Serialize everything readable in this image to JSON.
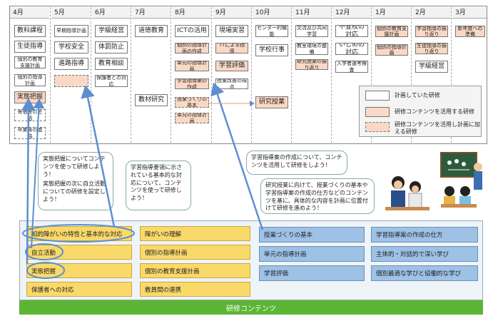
{
  "months": [
    "4月",
    "5月",
    "6月",
    "7月",
    "8月",
    "9月",
    "10月",
    "11月",
    "12月",
    "1月",
    "2月",
    "3月"
  ],
  "items": {
    "apr": [
      "教科課程",
      "生徒指導",
      "個別の教育支援計画",
      "個別の指導計画",
      "実態把握",
      "寄宿舎の生活",
      "卒業後の進路"
    ],
    "may": [
      "早期指導計画",
      "学校安全",
      "進路指導",
      ""
    ],
    "jun": [
      "学級経営",
      "体罰防止",
      "教育相談",
      "保護者との対応"
    ],
    "jul": [
      "道徳教育",
      "教材研究"
    ],
    "aug": [
      "ICTの活用",
      "個別の指導計画の作成",
      "単元の指導計画",
      "学習指導案の作成",
      "授業づくりの基本",
      "単元の指導計画"
    ],
    "sep": [
      "現場実習",
      "TTによる指導",
      "学習評価",
      "授業改善の視点"
    ],
    "oct": [
      "センター的機能",
      "学校行事",
      "研究授業"
    ],
    "nov": [
      "交流及び共同学習",
      "教室環境の整備",
      "研究授業の振り返り"
    ],
    "dec": [
      "不登校の対応",
      "いじめの対応",
      "入学者選考検査"
    ],
    "jan": [
      "個別の教育支援計画",
      "個別の指導計画"
    ],
    "feb": [
      "学習指導の振り返り",
      "生徒指導の振り返り",
      "学級経営"
    ],
    "mar": [
      "新年度への準備"
    ]
  },
  "legend": [
    "計画していた研修",
    "研修コンテンツを活用する研修",
    "研修コンテンツを活用し計画に加える研修"
  ],
  "bubbles": {
    "b1": "実態把握についてコンテンツを使って研修しよう！",
    "b1b": "実態把握の次に自立活動についての研修を設定しよう！",
    "b2": "学習指導要領に示されている基本的な対応について、コンテンツを使って研修しよう！",
    "b3": "学習指導案の作成について、コンテンツを活用して研修をしよう！",
    "b4": "研究授業に向けて、授業づくりの基本や学習指導案の作成の仕方などのコンテンツを基に、具体的な内容を計画に位置付けて研修を進めよう！"
  },
  "content": {
    "left": [
      "知的障がいの特性と基本的な対応",
      "自立活動",
      "実態把握",
      "保護者への対応"
    ],
    "mid": [
      "障がいの理解",
      "個別の指導計画",
      "個別の教育支援計画",
      "教員間の連携"
    ],
    "right_a": [
      "授業づくりの基本",
      "単元の指導計画",
      "学習評価"
    ],
    "right_b": [
      "学習指導案の作成の仕方",
      "主体的・対話的で深い学び",
      "個別最適な学びと協働的な学び"
    ],
    "footer": "研修コンテンツ"
  },
  "colors": {
    "yellow": "#fad96b",
    "blue": "#9ec1e6",
    "green": "#5cb535",
    "pink": "#f9d8c5",
    "arrow": "#5b8fd0"
  }
}
